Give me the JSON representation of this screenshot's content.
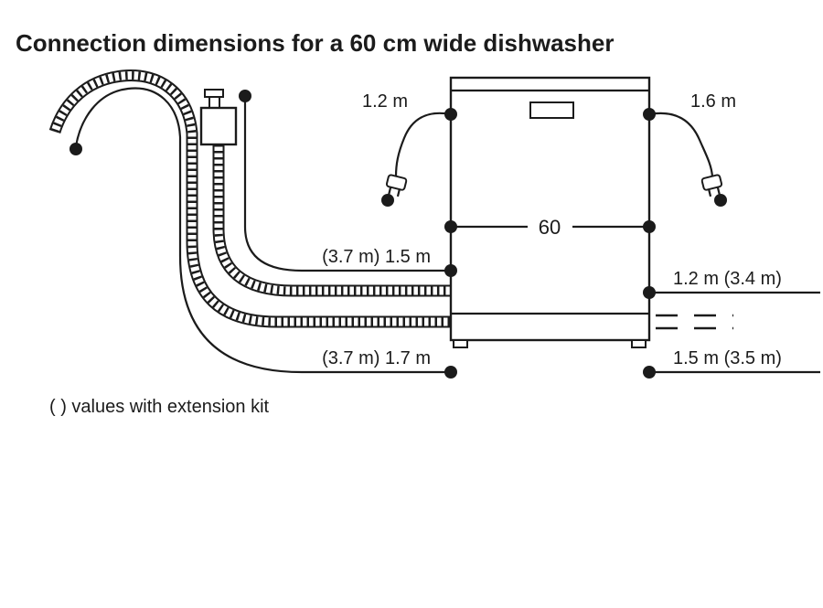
{
  "page": {
    "title": "Connection dimensions for a 60 cm wide dishwasher",
    "footnote": "( ) values with extension kit"
  },
  "labels": {
    "power_cord_left": "1.2 m",
    "power_cord_right": "1.6 m",
    "width": "60",
    "supply_hose": "(3.7 m) 1.5 m",
    "drain_hose": "(3.7 m) 1.7 m",
    "side_top": "1.2 m (3.4 m)",
    "side_bottom": "1.5 m (3.5 m)"
  }
}
